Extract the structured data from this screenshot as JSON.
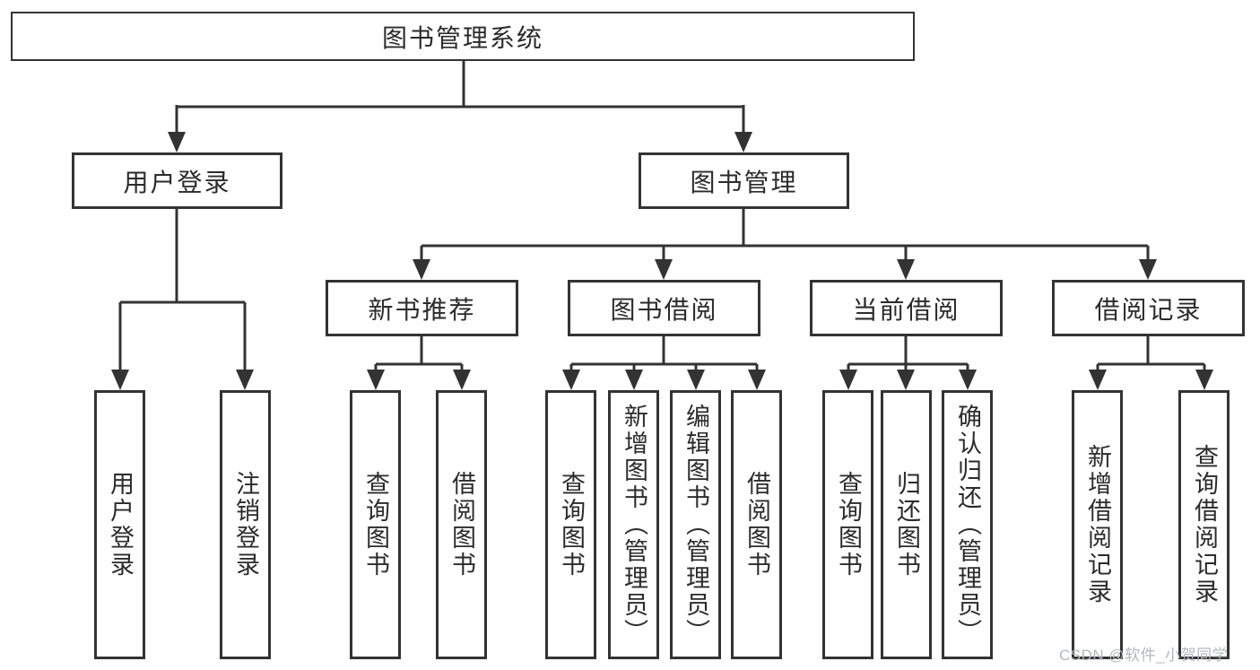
{
  "diagram": {
    "root": {
      "label": "图书管理系统",
      "children": [
        {
          "label": "用户登录",
          "children": [
            {
              "label": "用户登录"
            },
            {
              "label": "注销登录"
            }
          ]
        },
        {
          "label": "图书管理",
          "children": [
            {
              "label": "新书推荐",
              "children": [
                {
                  "label": "查询图书"
                },
                {
                  "label": "借阅图书"
                }
              ]
            },
            {
              "label": "图书借阅",
              "children": [
                {
                  "label": "查询图书"
                },
                {
                  "label": "新增图书（管理员）"
                },
                {
                  "label": "编辑图书（管理员）"
                },
                {
                  "label": "借阅图书"
                }
              ]
            },
            {
              "label": "当前借阅",
              "children": [
                {
                  "label": "查询图书"
                },
                {
                  "label": "归还图书"
                },
                {
                  "label": "确认归还（管理员）"
                }
              ]
            },
            {
              "label": "借阅记录",
              "children": [
                {
                  "label": "新增借阅记录"
                },
                {
                  "label": "查询借阅记录"
                }
              ]
            }
          ]
        }
      ]
    }
  },
  "watermark": {
    "text": "CSDN @软件_小贺同学"
  },
  "colors": {
    "line": "#333333",
    "text": "#2b2b2b",
    "background": "#ffffff",
    "watermark": "#b4b8bc"
  }
}
